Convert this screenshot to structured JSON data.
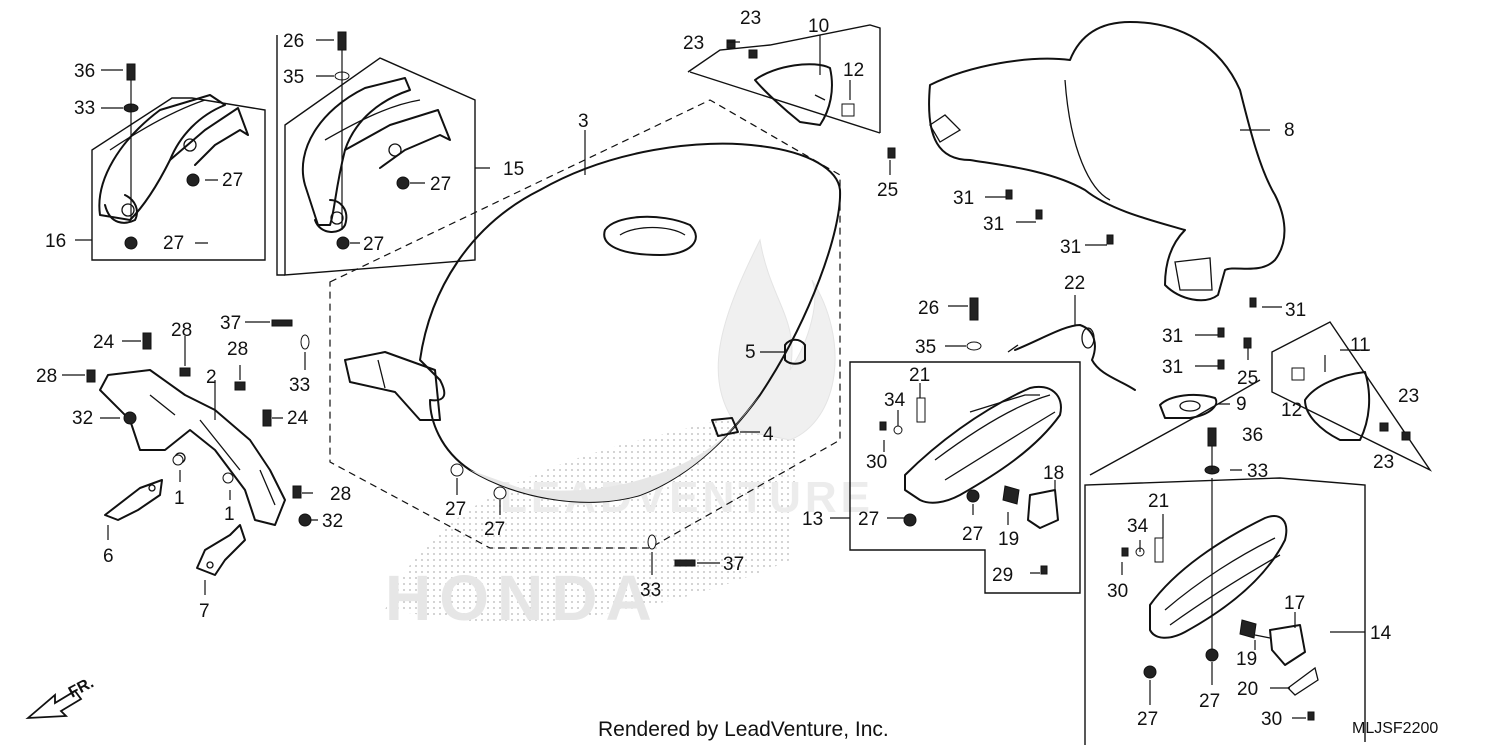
{
  "footer": {
    "rendered_by": "Rendered by LeadVenture, Inc."
  },
  "drawing_code": "MLJSF2200",
  "direction_indicator": {
    "label": "FR."
  },
  "watermark": {
    "brand_text": "HONDA",
    "dealer_text": "LEADVENTURE"
  },
  "callouts": {
    "c1a": "1",
    "c1b": "1",
    "c2": "2",
    "c3": "3",
    "c4": "4",
    "c5": "5",
    "c6": "6",
    "c7": "7",
    "c8": "8",
    "c9": "9",
    "c10": "10",
    "c11": "11",
    "c12a": "12",
    "c12b": "12",
    "c13": "13",
    "c14": "14",
    "c15": "15",
    "c16": "16",
    "c17": "17",
    "c18": "18",
    "c19a": "19",
    "c19b": "19",
    "c20": "20",
    "c21a": "21",
    "c21b": "21",
    "c22": "22",
    "c23a": "23",
    "c23b": "23",
    "c23c": "23",
    "c23d": "23",
    "c24a": "24",
    "c24b": "24",
    "c25a": "25",
    "c25b": "25",
    "c26a": "26",
    "c26b": "26",
    "c27a": "27",
    "c27b": "27",
    "c27c": "27",
    "c27d": "27",
    "c27e": "27",
    "c27f": "27",
    "c27g": "27",
    "c27h": "27",
    "c27i": "27",
    "c27j": "27",
    "c28a": "28",
    "c28b": "28",
    "c28c": "28",
    "c28d": "28",
    "c29": "29",
    "c30a": "30",
    "c30b": "30",
    "c30c": "30",
    "c31a": "31",
    "c31b": "31",
    "c31c": "31",
    "c31d": "31",
    "c31e": "31",
    "c31f": "31",
    "c32a": "32",
    "c32b": "32",
    "c33a": "33",
    "c33b": "33",
    "c33c": "33",
    "c33d": "33",
    "c34a": "34",
    "c34b": "34",
    "c35a": "35",
    "c35b": "35",
    "c36a": "36",
    "c36b": "36",
    "c37a": "37",
    "c37b": "37"
  }
}
